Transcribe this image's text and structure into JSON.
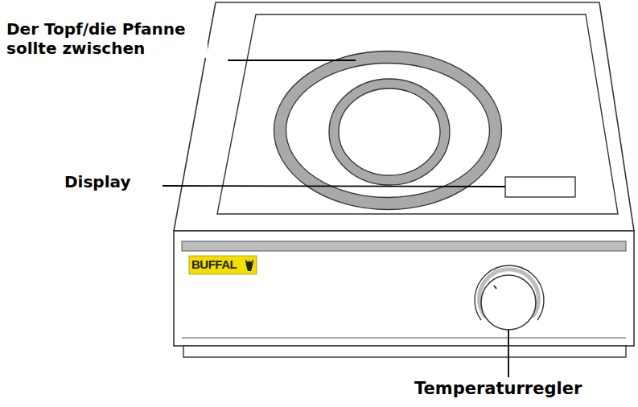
{
  "diagram": {
    "labels": [
      "Der Topf/die Pfanne sollte zwischen",
      "Display",
      "BUFFAL",
      "Temperaturregler"
    ]
  }
}
